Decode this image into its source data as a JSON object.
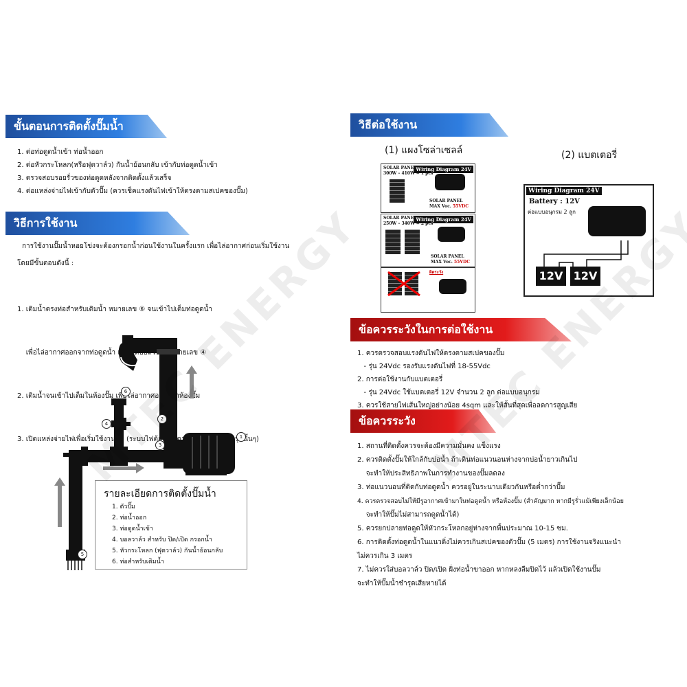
{
  "install": {
    "title": "ขั้นตอนการติดตั้งปั๊มน้ำ",
    "steps": [
      "1. ต่อท่อดูดน้ำเข้า ท่อน้ำออก",
      "2. ต่อหัวกระโหลก(หรือฟุตวาล์ว) กันน้ำย้อนกลับ เข้ากับท่อดูดน้ำเข้า",
      "3. ตรวจสอบรอยรั่วของท่อดูดหลังจากติดตั้งแล้วเสร็จ",
      "4. ต่อแหล่งจ่ายไฟเข้ากับตัวปั๊ม (ควรเช็คแรงดันไฟเข้าให้ตรงตามสเปคของปั๊ม)"
    ]
  },
  "usage": {
    "title": "วิธีการใช้งาน",
    "intro_1": "การใช้งานปั๊มน้ำหอยโข่งจะต้องกรอกน้ำก่อนใช้งานในครั้งแรก เพื่อไล่อากาศก่อนเริ่มใช้งาน",
    "intro_2": "โดยมีขั้นตอนดังนี้ :",
    "steps": [
      "1. เติมน้ำตรงท่อสำหรับเติมน้ำ หมายเลข ⑥ จนเข้าไปเต็มท่อดูดน้ำ",
      "    เพื่อไล่อากาศออกจากท่อดูดน้ำ แล้วปิดบอลวาล์ว หมายเลข ④",
      "2. เติมน้ำจนเข้าไปเต็มในห้องปั๊ม เพื่อไล่อากาศออกจากห้องปั๊ม",
      "3. เปิดแหล่งจ่ายไฟเพื่อเริ่มใช้งานปั๊ม (ระบบไฟต้องเป็นตามสเปคของปั๊มน้ำรุ่นนั้นๆ)"
    ]
  },
  "diagram": {
    "legend_title": "รายละเอียดการติดตั้งปั๊มน้ำ",
    "legend_items": [
      "1. ตัวปั๊ม",
      "2. ท่อน้ำออก",
      "3. ท่อดูดน้ำเข้า",
      "4. บอลวาล์ว สำหรับ ปิด/เปิด กรอกน้ำ",
      "5. หัวกระโหลก (ฟุตวาล์ว) กันน้ำย้อนกลับ",
      "6. ท่อสำหรับเติมน้ำ"
    ],
    "callouts": [
      "1",
      "2",
      "3",
      "4",
      "5",
      "6"
    ]
  },
  "connect": {
    "title": "วิธีต่อใช้งาน",
    "solar_label": "(1) แผงโซล่าเซลล์",
    "battery_label": "(2) แบตเตอรี่",
    "solar_panels": [
      {
        "panel_text": "SOLAR PANEL :",
        "range_text": "300W – 410W = 1 pcs",
        "wiring": "Wiring Diagram 24V",
        "spec_1": "SOLAR PANEL",
        "spec_2": "MAX Voc.",
        "voc": "55VDC"
      },
      {
        "panel_text": "SOLAR PANEL :",
        "range_text": "250W – 340W = 2 pcs",
        "wiring": "Wiring Diagram 24V",
        "spec_1": "SOLAR PANEL",
        "spec_2": "MAX Voc.",
        "voc": "55VDC"
      }
    ],
    "solar_warning": "ผิดระวัง",
    "battery_box": {
      "wiring": "Wiring Diagram 24V",
      "battery_text": "Battery : 12V",
      "battery_note": "ต่อแบบอนุกรม 2 ลูก",
      "cells": [
        "12V",
        "12V"
      ]
    }
  },
  "caution_connect": {
    "title": "ข้อควรระวังในการต่อใช้งาน",
    "lines": [
      "1. ควรตรวจสอบแรงดันไฟให้ตรงตามสเปคของปั๊ม",
      "   - รุ่น 24Vdc รองรับแรงดันไฟที่ 18-55Vdc",
      "2. การต่อใช้งานกับแบตเตอรี่",
      "   - รุ่น 24Vdc ใช้แบตเตอรี่ 12V จำนวน 2 ลูก ต่อแบบอนุกรม",
      "3. ควรใช้สายไฟเส้นใหญ่อย่างน้อย 4sqm และให้สั้นที่สุดเพื่อลดการสูญเสีย"
    ]
  },
  "caution": {
    "title": "ข้อควรระวัง",
    "lines": [
      "1. สถานที่ติดตั้งควรจะต้องมีความมั่นคง แข็งแรง",
      "2. ควรติดตั้งปั๊มให้ใกล้กับบ่อน้ำ ถ้าเดินท่อแนวนอนห่างจากบ่อน้ำยาวเกินไป",
      "    จะทำให้ประสิทธิภาพในการทำงานของปั๊มลดลง",
      "3. ท่อแนวนอนที่ติดกับท่อดูดน้ำ ควรอยู่ในระนาบเดียวกันหรือต่ำกว่าปั๊ม",
      "4. ควรตรวจสอบไม่ให้มีรูอากาศเข้ามาในท่อดูดน้ำ หรือห้องปั๊ม (สำคัญมาก หากมีรูรั่วแม้เพียงเล็กน้อย",
      "    จะทำให้ปั๊มไม่สามารถดูดน้ำได้)",
      "5. ควรยกปลายท่อดูดให้หัวกระโหลกอยู่ห่างจากพื้นประมาณ 10-15 ซม.",
      "6. การติดตั้งท่อดูดน้ำในแนวดิ่งไม่ควรเกินสเปคของตัวปั๊ม (5 เมตร) การใช้งานจริงแนะนำ",
      "ไม่ควรเกิน 3 เมตร",
      "7. ไม่ควรใส่บอลวาล์ว ปิด/เปิด ฝั่งท่อน้ำขาออก หากหลงลืมปิดไว้ แล้วเปิดใช้งานปั๊ม",
      "จะทำให้ปั๊มน้ำชำรุดเสียหายได้"
    ]
  },
  "watermark": "MTEC ENERGY",
  "colors": {
    "blue_banner": "#2f7ee0",
    "red_banner": "#e21b1b"
  }
}
